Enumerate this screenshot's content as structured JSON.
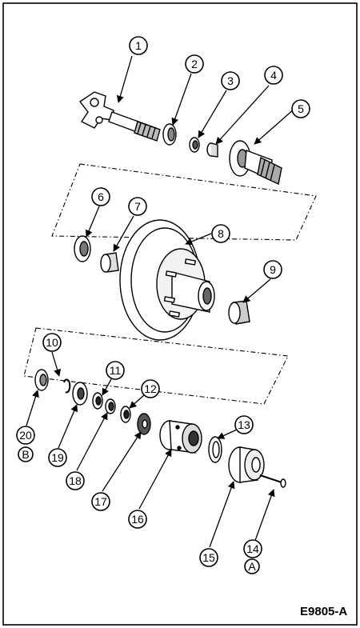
{
  "figure_code": "E9805-A",
  "callouts": [
    "1",
    "2",
    "3",
    "4",
    "5",
    "6",
    "7",
    "8",
    "9",
    "10",
    "11",
    "12",
    "13",
    "14",
    "15",
    "16",
    "17",
    "18",
    "19",
    "20"
  ],
  "reference_letters": [
    "A",
    "B"
  ]
}
